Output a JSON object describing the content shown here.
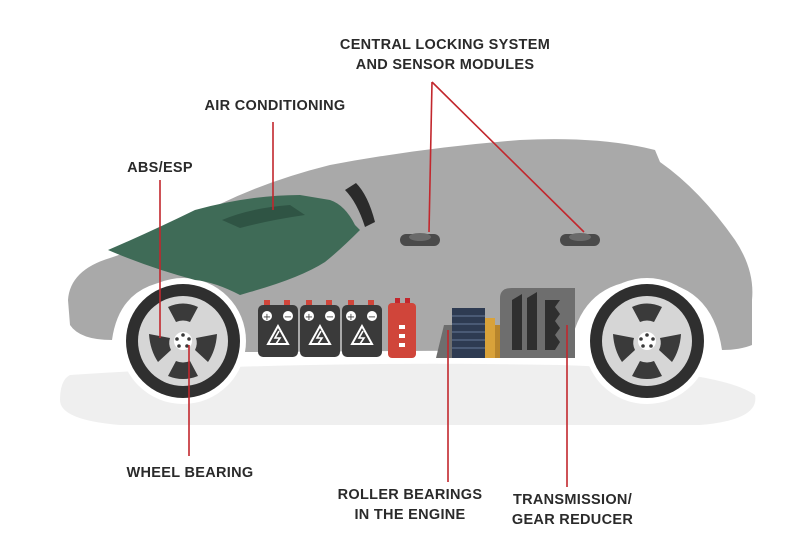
{
  "colors": {
    "car_body": "#a9a9a9",
    "shadow": "#f0f0f0",
    "accent_line": "#c2272d",
    "ac_green": "#3f6b57",
    "battery": "#3a3a3a",
    "tire": "#2f2f2f",
    "motor_blue": "#2e3b52",
    "motor_gold": "#d9a23a",
    "text": "#2a2a2a"
  },
  "labels": {
    "central_locking": {
      "line1": "CENTRAL LOCKING SYSTEM",
      "line2": "AND SENSOR MODULES"
    },
    "air_conditioning": {
      "line1": "AIR CONDITIONING"
    },
    "abs_esp": {
      "line1": "ABS/ESP"
    },
    "wheel_bearing": {
      "line1": "WHEEL BEARING"
    },
    "roller_bearings": {
      "line1": "ROLLER BEARINGS",
      "line2": "IN THE ENGINE"
    },
    "transmission": {
      "line1": "TRANSMISSION/",
      "line2": "GEAR REDUCER"
    }
  },
  "icons": [
    "battery-plus-icon",
    "battery-minus-icon",
    "lightning-icon",
    "wheel-icon",
    "door-handle-icon"
  ]
}
